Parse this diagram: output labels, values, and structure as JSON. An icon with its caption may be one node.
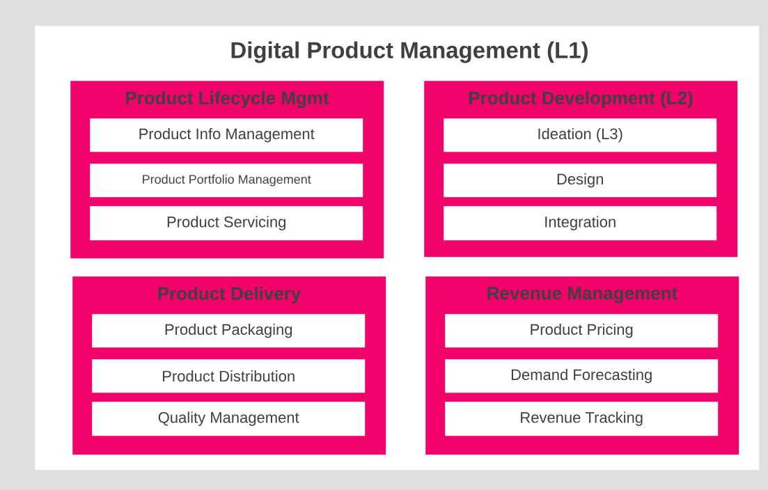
{
  "diagram": {
    "nodes": [
      {
        "text": [
          "Digital Product Management (L1)"
        ]
      },
      {
        "text": [
          "Product Lifecycle Mgmt"
        ],
        "in": 0
      },
      {
        "text": [
          "Product Info Management"
        ],
        "in": 1
      },
      {
        "text": [
          "Product Portfolio Management"
        ],
        "in": 1
      },
      {
        "text": [
          "Product Servicing"
        ],
        "in": 1
      },
      {
        "text": [
          "Product Development (L2)"
        ],
        "in": 0
      },
      {
        "text": [
          "Ideation (L3)"
        ],
        "in": 5
      },
      {
        "text": [
          "Design"
        ],
        "in": 5
      },
      {
        "text": [
          "Integration"
        ],
        "in": 5
      },
      {
        "text": [
          "Product Delivery"
        ],
        "in": 0
      },
      {
        "text": [
          "Product Packaging"
        ],
        "in": 9
      },
      {
        "text": [
          "Product Distribution"
        ],
        "in": 9
      },
      {
        "text": [
          "Quality Management"
        ],
        "in": 9
      },
      {
        "text": [
          "Revenue Management"
        ],
        "in": 0
      },
      {
        "text": [
          "Product Pricing"
        ],
        "in": 13
      },
      {
        "text": [
          "Demand Forecasting"
        ],
        "in": 13
      },
      {
        "text": [
          "Revenue Tracking"
        ],
        "in": 13
      }
    ]
  }
}
